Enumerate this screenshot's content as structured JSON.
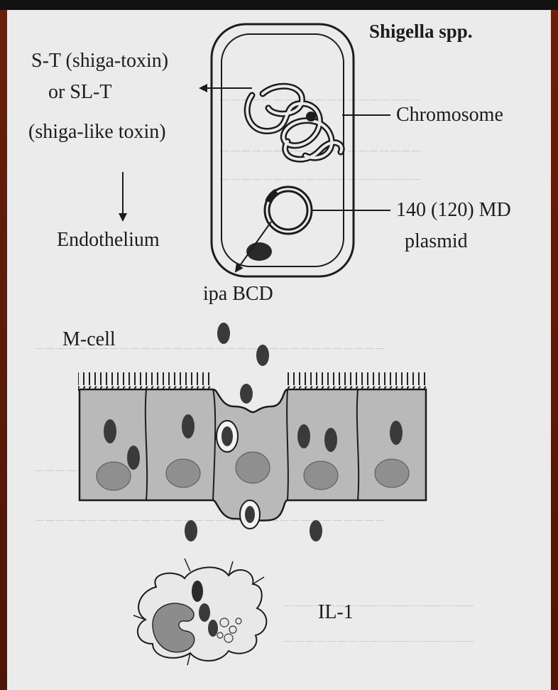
{
  "diagram": {
    "title": "Shigella spp.",
    "toxin_line1": "S-T (shiga-toxin)",
    "toxin_line2": "or SL-T",
    "toxin_line3": "(shiga-like toxin)",
    "endothelium": "Endothelium",
    "chromosome": "Chromosome",
    "plasmid_line1": "140 (120) MD",
    "plasmid_line2": "plasmid",
    "ipa": "ipa BCD",
    "mcell": "M-cell",
    "il1": "IL-1"
  },
  "colors": {
    "background_border": "#5a1a08",
    "page": "#ebebeb",
    "ink": "#1c1c1c",
    "cell_fill": "#b9b9b9",
    "nucleus": "#8f8f8f",
    "bacterium": "#3a3a3a"
  }
}
